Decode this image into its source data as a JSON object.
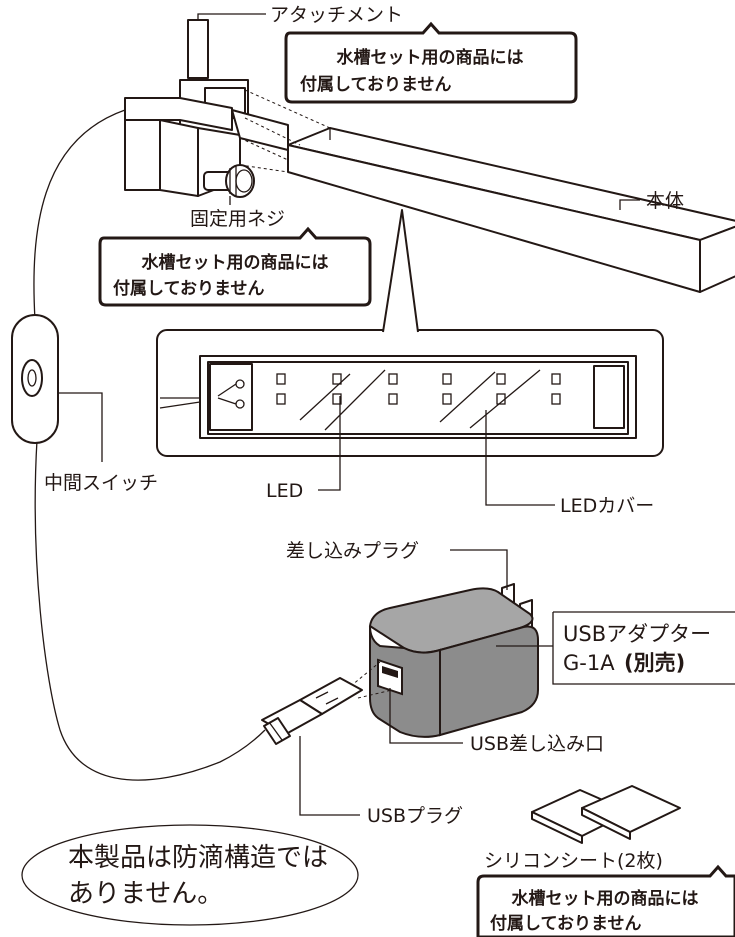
{
  "labels": {
    "attachment": "アタッチメント",
    "body": "本体",
    "fixing_screw": "固定用ネジ",
    "middle_switch": "中間スイッチ",
    "led": "LED",
    "led_cover": "LEDカバー",
    "plug_prongs": "差し込みプラグ",
    "usb_adapter_line1": "USBアダプター",
    "usb_adapter_line2": "G-1A",
    "usb_adapter_sold_separately": "(別売)",
    "usb_port": "USB差し込み口",
    "usb_plug": "USBプラグ",
    "silicone_sheet": "シリコンシート(2枚)"
  },
  "notes": {
    "not_included_line1": "水槽セット用の商品には",
    "not_included_line2": "付属しておりません"
  },
  "waterproof_notice": {
    "line1": "本製品は防滴構造では",
    "line2": "ありません。"
  },
  "colors": {
    "ink": "#231815",
    "adapter_fill": "#8c8c8c",
    "adapter_top": "#a6a6a6",
    "note_bg": "#ffffff"
  }
}
